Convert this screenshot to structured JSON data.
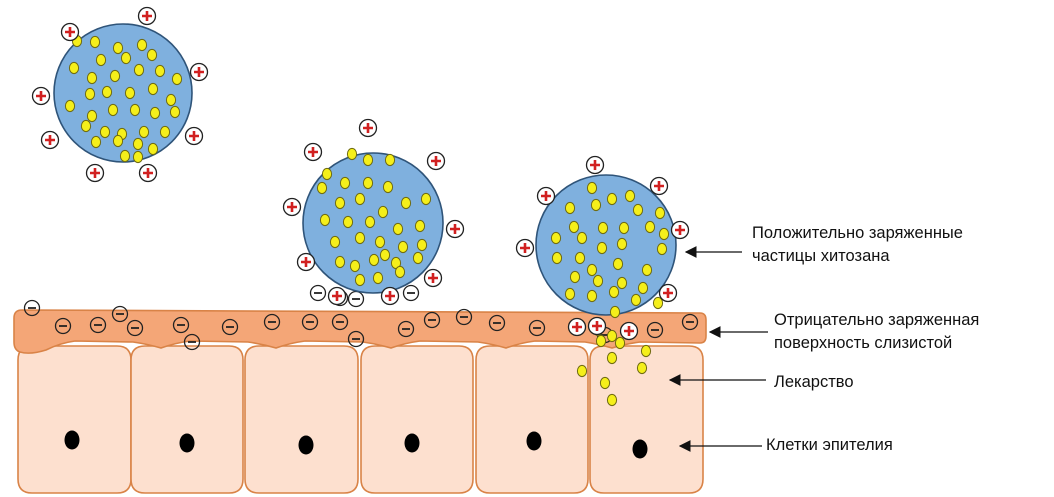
{
  "colors": {
    "particle_fill": "#7fb0de",
    "particle_stroke": "#2f5479",
    "drug_fill": "#f5ef1a",
    "drug_stroke": "#6e6a10",
    "mucosa_fill": "#f4a677",
    "mucosa_stroke": "#d98347",
    "cell_fill": "#fde0cf",
    "cell_stroke": "#d98347",
    "nucleus": "#000000",
    "positive_sign": "#d12020",
    "negative_sign": "#222222"
  },
  "charge_symbols": {
    "positive": "+",
    "negative": "−"
  },
  "labels": {
    "particles": [
      "Положительно заряженные",
      "частицы хитозана"
    ],
    "mucosa": [
      "Отрицательно заряженная",
      "поверхность слизистой"
    ],
    "drug": [
      "Лекарство"
    ],
    "cells": [
      "Клетки эпителия"
    ]
  }
}
